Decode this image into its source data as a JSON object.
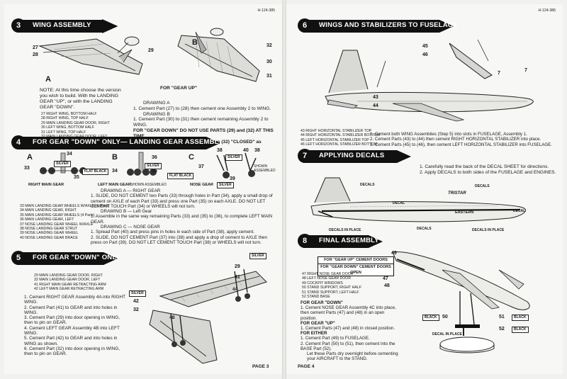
{
  "page_left": {
    "part_no": "H-124-385",
    "page_label": "PAGE 3",
    "step3": {
      "num": "3",
      "title": "WING ASSEMBLY",
      "callout_a": "A",
      "callout_b": "B",
      "parts_a": [
        "27",
        "28",
        "29"
      ],
      "parts_b": [
        "32",
        "30",
        "31"
      ],
      "note": "NOTE: At this time choose the version you wish to build. With the LANDING GEAR \"UP\", or with the LANDING GEAR \"DOWN\".",
      "for_gear_up": "FOR \"GEAR UP\"",
      "parts_list": [
        "27  RIGHT WING, BOTTOM HALF",
        "28  RIGHT WING, TOP HALF",
        "29  MAIN LANDING GEAR DOOR, RIGHT",
        "30  LEFT WING, BOTTOM HALF",
        "31  LEFT WING, TOP HALF",
        "32  MAIN LANDING GEAR DOOR, LEFT"
      ],
      "drawing_a": "DRAWING A",
      "instr_1": "1.  Cement Part (27) to (28) then cement one Assembly 2 to WING.",
      "drawing_b": "DRAWING B",
      "instr_2": "1.  Cement Part (30) to (31) then cement remaining Assembly 2 to WING.",
      "instr_3": "FOR \"GEAR DOWN\" DO NOT USE PARTS (29) and (32) AT THIS TIME.",
      "instr_4": "FOR \"GEAR UP\" cement Parts (29) and (32) \"CLOSED\" as shown."
    },
    "step4": {
      "num": "4",
      "title": "FOR GEAR \"DOWN\" ONLY— LANDING GEAR ASSEMBLY",
      "callout_a": "A",
      "callout_b": "B",
      "callout_c": "C",
      "silver": "SILVER",
      "flat_black": "FLAT BLACK",
      "parts_a": [
        "34",
        "33",
        "35"
      ],
      "parts_b": [
        "36",
        "34",
        "35"
      ],
      "parts_c": [
        "38",
        "40",
        "38",
        "37",
        "39"
      ],
      "shown_assembled": "SHOWN ASSEMBLED",
      "right_main_gear": "RIGHT MAIN GEAR",
      "left_main_gear": "LEFT MAIN GEAR",
      "nose_gear": "NOSE GEAR",
      "parts_list": [
        "33  MAIN LANDING GEAR WHEELS W/AXLE (4 Parts)",
        "34  MAIN LANDING GEAR, RIGHT",
        "35  MAIN LANDING GEAR WHEELS (4 Parts)",
        "36  MAIN LANDING GEAR, LEFT",
        "37  NOSE LANDING GEAR WHEEL W/AXLE",
        "38  NOSE LANDING GEAR STRUT",
        "39  NOSE LANDING GEAR WHEEL",
        "40  NOSE LANDING GEAR BRACE"
      ],
      "drawing_a": "DRAWING A — RIGHT GEAR",
      "instr_1": "1.  SLIDE, DO NOT CEMENT two Parts (33) through holes in Part (34), apply a small drop of cement on AXLE of each Part (33) and press one Part (35) on each AXLE. DO NOT LET CEMENT TOUCH Part (34) or WHEELS will not turn.",
      "drawing_b": "DRAWING B — Left Gear",
      "instr_2": "1.  Assemble in the same way remaining Parts (33) and (35) to (36), to complete LEFT MAIN GEAR.",
      "drawing_c": "DRAWING C — NOSE GEAR",
      "instr_3": "1.  Spread Part (40) and press pins in holes in each side of Part (38), apply cement.",
      "instr_4": "2.  SLIDE, DO NOT CEMENT Part (37) into (38) and apply a drop of cement to AXLE then press on Part (39). DO NOT LET CEMENT TOUCH Part (38) or WHEELS will not turn."
    },
    "step5": {
      "num": "5",
      "title": "FOR GEAR \"DOWN\" ONLY",
      "silver": "SILVER",
      "parts_list": [
        "29  MAIN LANDING GEAR DOOR, RIGHT",
        "32  MAIN LANDING GEAR DOOR, LEFT",
        "41  RIGHT MAIN GEAR RETRACTING ARM",
        "42  LEFT MAIN GEAR RETRACTING ARM"
      ],
      "parts": [
        "29",
        "41",
        "42",
        "32"
      ],
      "callout_a": "4A",
      "callout_b": "4B",
      "instr": [
        "1.  Cement RIGHT GEAR Assembly 4A into RIGHT WING.",
        "2.  Cement Part (41) to GEAR and into holes in WING.",
        "3.  Cement Part (29) into door opening in WING, then to pin on GEAR.",
        "4.  Cement LEFT GEAR Assembly 4B into LEFT WING.",
        "5.  Cement Part (42) to GEAR and into holes in WING as shown.",
        "6.  Cement Part (32) into door opening in WING, then to pin on GEAR."
      ]
    }
  },
  "page_right": {
    "part_no": "H-124-386",
    "page_label": "PAGE 4",
    "step6": {
      "num": "6",
      "title": "WINGS AND STABILIZERS TO FUSELAGE",
      "parts": [
        "45",
        "46",
        "43",
        "44"
      ],
      "callouts": [
        "7",
        "7"
      ],
      "parts_list": [
        "43  RIGHT HORIZONTAL STABILIZER TOP",
        "44  RIGHT HORIZONTAL STABILIZER BOTTOM",
        "45  LEFT HORIZONTAL STABILIZER TOP",
        "46  LEFT HORIZONTAL STABILIZER BOTTOM"
      ],
      "instr": [
        "1.  Cement both WING Assemblies (Step 5) into slots in FUSELAGE, Assembly 1.",
        "2.  Cement Parts (43) to (44) then cement RIGHT HORIZONTAL STABILIZER into place.",
        "3.  Cement Parts (45) to (46), then cement LEFT HORIZONTAL STABILIZER into FUSELAGE."
      ]
    },
    "step7": {
      "num": "7",
      "title": "APPLYING DECALS",
      "instr": [
        "1.  Carefully read the back of the DECAL SHEET for directions.",
        "2.  Apply DECALS to both sides of the FUSELAGE and ENGINES."
      ],
      "decal": "DECAL",
      "decals": "DECALS",
      "decals_in_place": "DECALS IN PLACE",
      "livery_1": "TRISTAR",
      "livery_2": "EASTERN"
    },
    "step8": {
      "num": "8",
      "title": "FINAL ASSEMBLY",
      "box_1": "FOR \"GEAR UP\" CEMENT DOORS CLOSED",
      "box_2": "FOR \"GEAR DOWN\" CEMENT DOORS OPEN",
      "parts": [
        "49",
        "47",
        "48",
        "50",
        "51",
        "52"
      ],
      "black": "BLACK",
      "decal_in_place": "DECAL IN PLACE",
      "parts_list": [
        "47  RIGHT NOSE GEAR DOOR",
        "48  LEFT NOSE GEAR DOOR",
        "49  COCKPIT WINDOWS",
        "50  STAND SUPPORT, RIGHT HALF",
        "51  STAND SUPPORT, LEFT HALF",
        "52  STAND BASE"
      ],
      "gear_down_head": "FOR GEAR \"DOWN\"",
      "gear_down_instr": "1.  Cement NOSE GEAR Assembly 4C into place, then cement Parts (47) and (48) in an open position.",
      "gear_up_head": "FOR GEAR \"UP\"",
      "gear_up_instr": "1.  Cement Parts (47) and (48) in closed position.",
      "either_head": "FOR EITHER",
      "either_1": "1.  Cement Part (49) to FUSELAGE.",
      "either_2": "2.  Cement Part (50) to (51), then cement into the BASE Part (52).",
      "either_3": "Let these Parts dry overnight before cementing your AIRCRAFT to the STAND."
    }
  }
}
